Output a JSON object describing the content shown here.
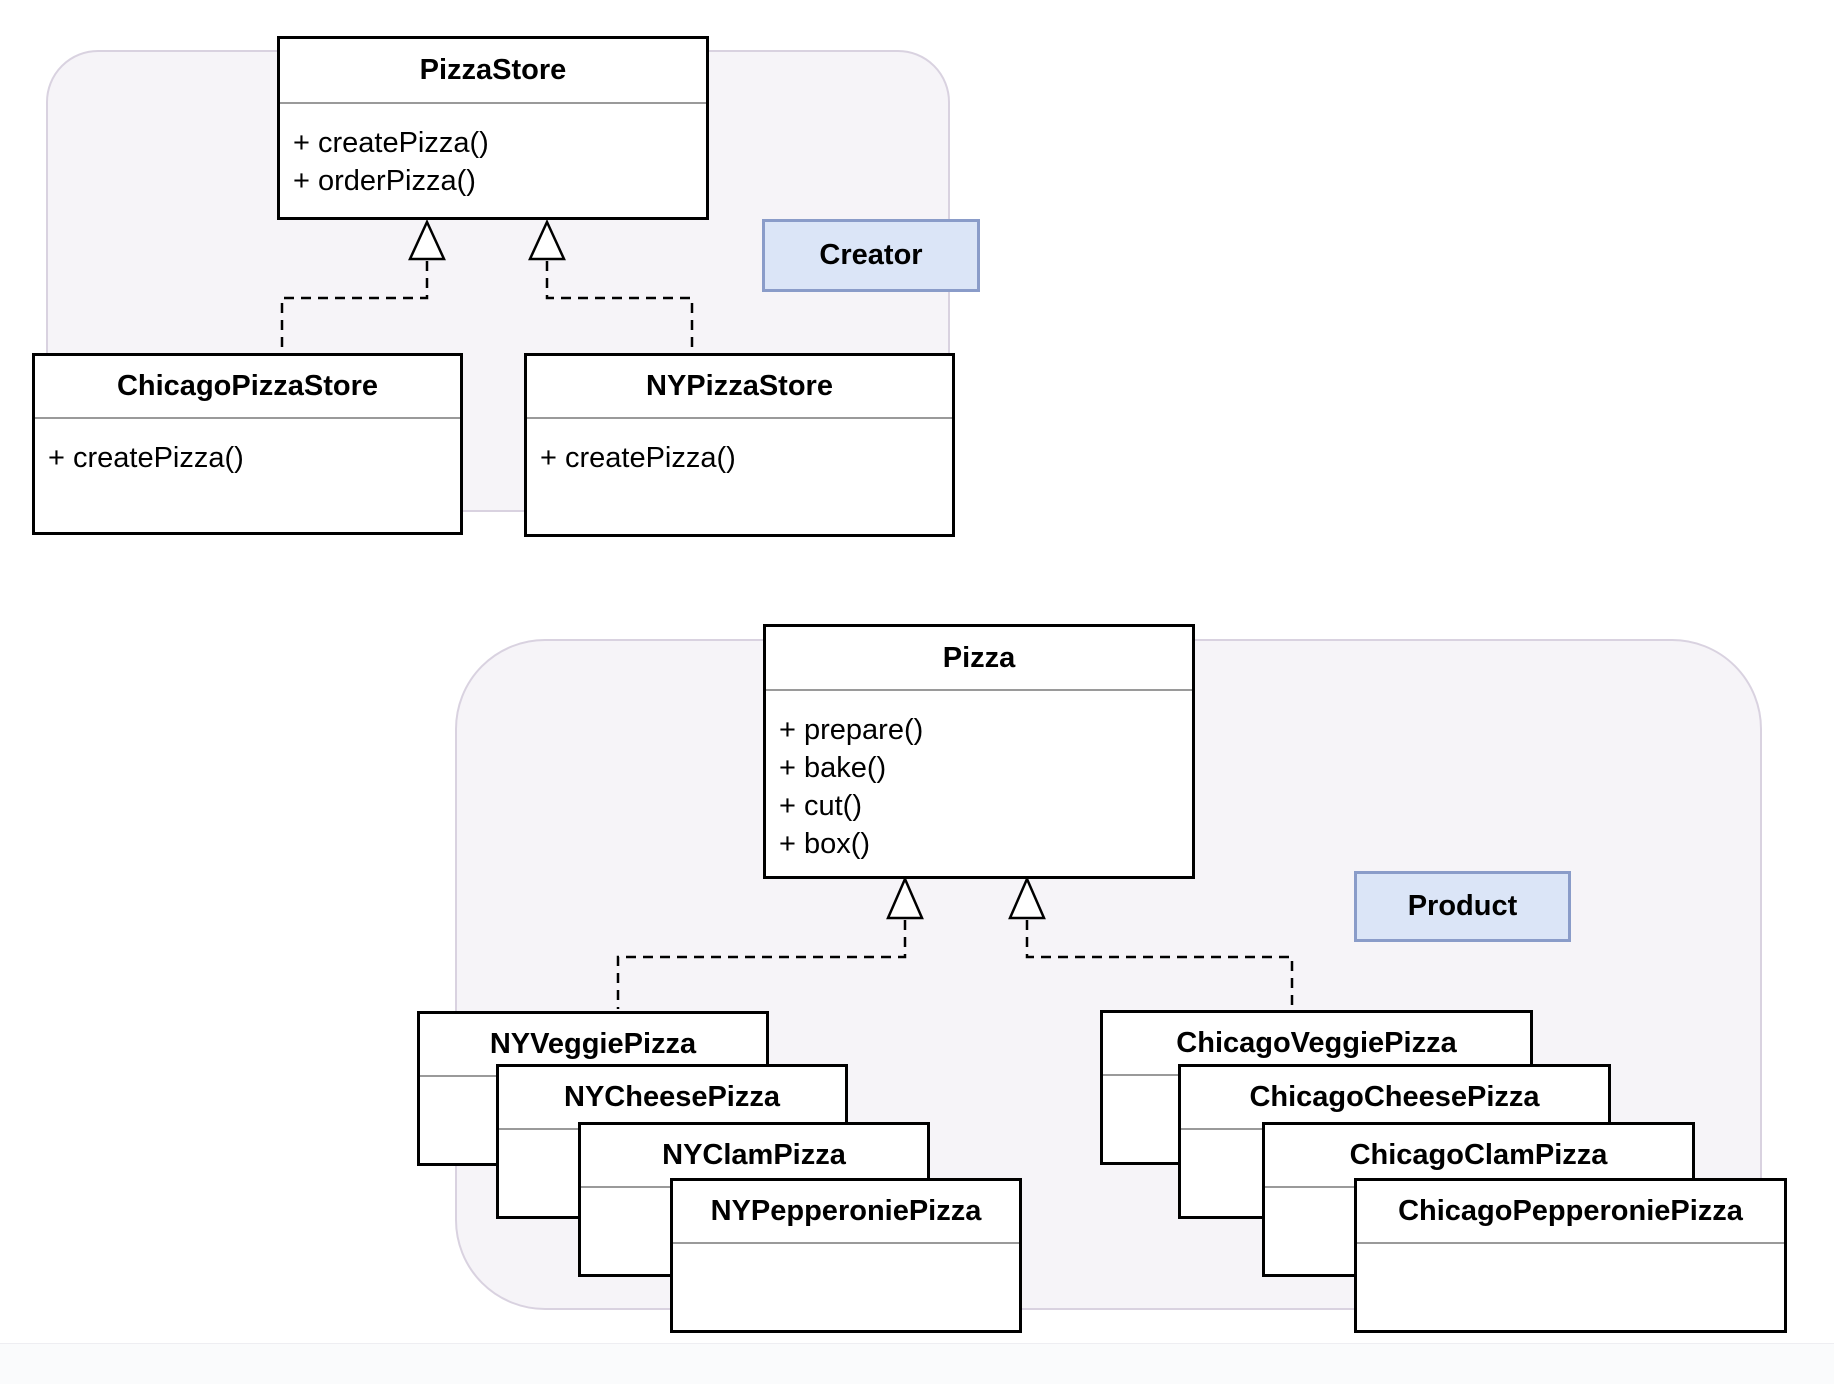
{
  "badges": {
    "creator": "Creator",
    "product": "Product"
  },
  "classes": {
    "pizza_store": {
      "title": "PizzaStore",
      "methods": [
        "+ createPizza()",
        "+ orderPizza()"
      ]
    },
    "chicago_pizza_store": {
      "title": "ChicagoPizzaStore",
      "methods": [
        "+ createPizza()"
      ]
    },
    "ny_pizza_store": {
      "title": "NYPizzaStore",
      "methods": [
        "+ createPizza()"
      ]
    },
    "pizza": {
      "title": "Pizza",
      "methods": [
        "+ prepare()",
        "+ bake()",
        "+ cut()",
        "+ box()"
      ]
    },
    "ny_veggie": {
      "title": "NYVeggiePizza"
    },
    "ny_cheese": {
      "title": "NYCheesePizza"
    },
    "ny_clam": {
      "title": "NYClamPizza"
    },
    "ny_pepperonie": {
      "title": "NYPepperoniePizza"
    },
    "chicago_veggie": {
      "title": "ChicagoVeggiePizza"
    },
    "chicago_cheese": {
      "title": "ChicagoCheesePizza"
    },
    "chicago_clam": {
      "title": "ChicagoClamPizza"
    },
    "chicago_pepperonie": {
      "title": "ChicagoPepperoniePizza"
    }
  },
  "colors": {
    "badge_fill": "#dbe5f7",
    "badge_border": "#8a9cc9",
    "group_fill": "#f6f4f8",
    "group_border": "#d9d2e0",
    "box_border": "#000000",
    "separator": "#9a9a9a",
    "connector": "#000000"
  }
}
